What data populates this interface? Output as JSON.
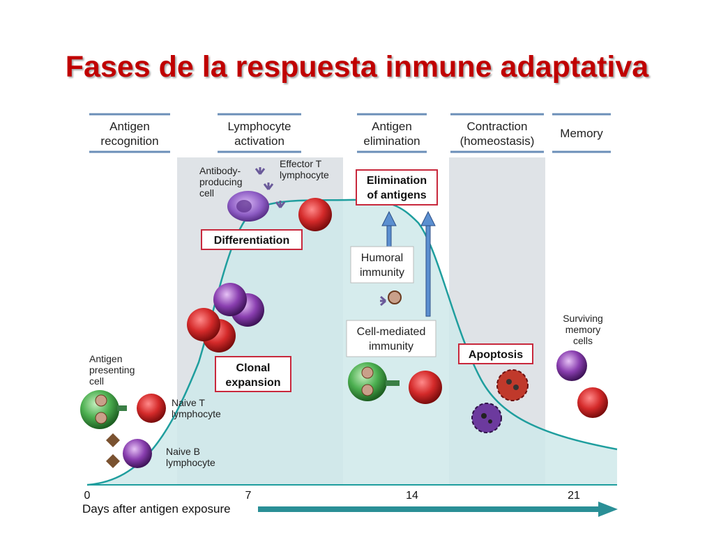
{
  "title": "Fases de la respuesta inmune adaptativa",
  "phases": [
    "Antigen|recognition",
    "Lymphocyte|activation",
    "Antigen|elimination",
    "Contraction|(homeostasis)",
    "Memory"
  ],
  "labels": {
    "antibody_cell": "Antibody-|producing|cell",
    "effector_t": "Effector T|lymphocyte",
    "elimination": "Elimination|of antigens",
    "differentiation": "Differentiation",
    "humoral": "Humoral|immunity",
    "cell_mediated": "Cell-mediated|immunity",
    "clonal": "Clonal|expansion",
    "apoptosis": "Apoptosis",
    "surviving": "Surviving|memory|cells",
    "apc": "Antigen|presenting|cell",
    "naive_t": "Naive T|lymphocyte",
    "naive_b": "Naive B|lymphocyte"
  },
  "axis": {
    "ticks": [
      "0",
      "7",
      "14",
      "21"
    ],
    "title": "Days after antigen exposure"
  },
  "colors": {
    "title": "#c00000",
    "curve_fill": "#cfe9ea",
    "curve_line": "#1f9e9e",
    "band": "#dfe3e7",
    "box_border": "#c8283c",
    "arrow": "#2a8f96",
    "t_cell": "#d42a2a",
    "b_cell": "#8a3fb0",
    "apc": "#4caf50"
  }
}
